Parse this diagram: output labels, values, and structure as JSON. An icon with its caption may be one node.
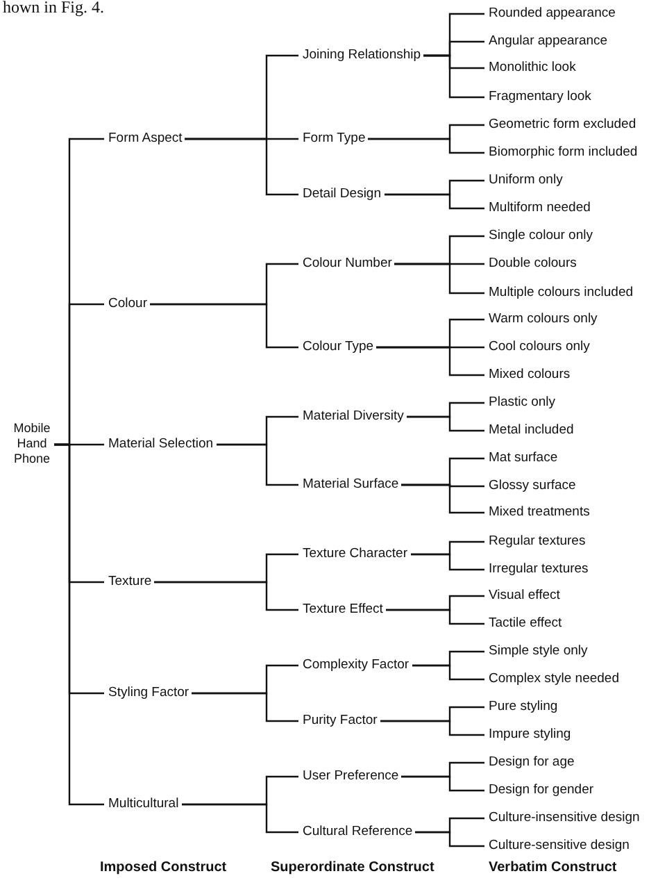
{
  "diagram": {
    "nodes": [
      {
        "text": [
          "Mobile Hand Phone"
        ]
      },
      {
        "text": [
          "Form Aspect"
        ]
      },
      {
        "text": [
          "Joining Relationship"
        ]
      },
      {
        "text": [
          "Rounded appearance"
        ]
      },
      {
        "text": [
          "Angular appearance"
        ]
      },
      {
        "text": [
          "Monolithic look"
        ]
      },
      {
        "text": [
          "Fragmentary look"
        ]
      },
      {
        "text": [
          "Form Type"
        ]
      },
      {
        "text": [
          "Geometric form excluded"
        ]
      },
      {
        "text": [
          "Biomorphic form included"
        ]
      },
      {
        "text": [
          "Detail Design"
        ]
      },
      {
        "text": [
          "Uniform only"
        ]
      },
      {
        "text": [
          "Multiform needed"
        ]
      },
      {
        "text": [
          "Colour"
        ]
      },
      {
        "text": [
          "Colour Number"
        ]
      },
      {
        "text": [
          "Single colour only"
        ]
      },
      {
        "text": [
          "Double colours"
        ]
      },
      {
        "text": [
          "Multiple colours included"
        ]
      },
      {
        "text": [
          "Colour Type"
        ]
      },
      {
        "text": [
          "Warm colours only"
        ]
      },
      {
        "text": [
          "Cool colours only"
        ]
      },
      {
        "text": [
          "Mixed colours"
        ]
      },
      {
        "text": [
          "Material Selection"
        ]
      },
      {
        "text": [
          "Material Diversity"
        ]
      },
      {
        "text": [
          "Plastic only"
        ]
      },
      {
        "text": [
          "Metal included"
        ]
      },
      {
        "text": [
          "Material Surface"
        ]
      },
      {
        "text": [
          "Mat surface"
        ]
      },
      {
        "text": [
          "Glossy surface"
        ]
      },
      {
        "text": [
          "Mixed treatments"
        ]
      },
      {
        "text": [
          "Texture"
        ]
      },
      {
        "text": [
          "Texture Character"
        ]
      },
      {
        "text": [
          "Regular textures"
        ]
      },
      {
        "text": [
          "Irregular textures"
        ]
      },
      {
        "text": [
          "Texture Effect"
        ]
      },
      {
        "text": [
          "Visual effect"
        ]
      },
      {
        "text": [
          "Tactile effect"
        ]
      },
      {
        "text": [
          "Styling Factor"
        ]
      },
      {
        "text": [
          "Complexity Factor"
        ]
      },
      {
        "text": [
          "Simple style only"
        ]
      },
      {
        "text": [
          "Complex style needed"
        ]
      },
      {
        "text": [
          "Purity Factor"
        ]
      },
      {
        "text": [
          "Pure styling"
        ]
      },
      {
        "text": [
          "Impure styling"
        ]
      },
      {
        "text": [
          "Multicultural"
        ]
      },
      {
        "text": [
          "User Preference"
        ]
      },
      {
        "text": [
          "Design for age"
        ]
      },
      {
        "text": [
          "Design for gender"
        ]
      },
      {
        "text": [
          "Cultural Reference"
        ]
      },
      {
        "text": [
          "Culture-insensitive design"
        ]
      },
      {
        "text": [
          "Culture-sensitive design"
        ]
      }
    ],
    "edges": [
      {
        "from": 0,
        "to": 1,
        "arrow": "none"
      },
      {
        "from": 1,
        "to": 2,
        "arrow": "none"
      },
      {
        "from": 2,
        "to": 3,
        "arrow": "none"
      },
      {
        "from": 2,
        "to": 4,
        "arrow": "none"
      },
      {
        "from": 2,
        "to": 5,
        "arrow": "none"
      },
      {
        "from": 2,
        "to": 6,
        "arrow": "none"
      },
      {
        "from": 1,
        "to": 7,
        "arrow": "none"
      },
      {
        "from": 7,
        "to": 8,
        "arrow": "none"
      },
      {
        "from": 7,
        "to": 9,
        "arrow": "none"
      },
      {
        "from": 1,
        "to": 10,
        "arrow": "none"
      },
      {
        "from": 10,
        "to": 11,
        "arrow": "none"
      },
      {
        "from": 10,
        "to": 12,
        "arrow": "none"
      },
      {
        "from": 0,
        "to": 13,
        "arrow": "none"
      },
      {
        "from": 13,
        "to": 14,
        "arrow": "none"
      },
      {
        "from": 14,
        "to": 15,
        "arrow": "none"
      },
      {
        "from": 14,
        "to": 16,
        "arrow": "none"
      },
      {
        "from": 14,
        "to": 17,
        "arrow": "none"
      },
      {
        "from": 13,
        "to": 18,
        "arrow": "none"
      },
      {
        "from": 18,
        "to": 19,
        "arrow": "none"
      },
      {
        "from": 18,
        "to": 20,
        "arrow": "none"
      },
      {
        "from": 18,
        "to": 21,
        "arrow": "none"
      },
      {
        "from": 0,
        "to": 22,
        "arrow": "none"
      },
      {
        "from": 22,
        "to": 23,
        "arrow": "none"
      },
      {
        "from": 23,
        "to": 24,
        "arrow": "none"
      },
      {
        "from": 23,
        "to": 25,
        "arrow": "none"
      },
      {
        "from": 22,
        "to": 26,
        "arrow": "none"
      },
      {
        "from": 26,
        "to": 27,
        "arrow": "none"
      },
      {
        "from": 26,
        "to": 28,
        "arrow": "none"
      },
      {
        "from": 26,
        "to": 29,
        "arrow": "none"
      },
      {
        "from": 0,
        "to": 30,
        "arrow": "none"
      },
      {
        "from": 30,
        "to": 31,
        "arrow": "none"
      },
      {
        "from": 31,
        "to": 32,
        "arrow": "none"
      },
      {
        "from": 31,
        "to": 33,
        "arrow": "none"
      },
      {
        "from": 30,
        "to": 34,
        "arrow": "none"
      },
      {
        "from": 34,
        "to": 35,
        "arrow": "none"
      },
      {
        "from": 34,
        "to": 36,
        "arrow": "none"
      },
      {
        "from": 0,
        "to": 37,
        "arrow": "none"
      },
      {
        "from": 37,
        "to": 38,
        "arrow": "none"
      },
      {
        "from": 38,
        "to": 39,
        "arrow": "none"
      },
      {
        "from": 38,
        "to": 40,
        "arrow": "none"
      },
      {
        "from": 37,
        "to": 41,
        "arrow": "none"
      },
      {
        "from": 41,
        "to": 42,
        "arrow": "none"
      },
      {
        "from": 41,
        "to": 43,
        "arrow": "none"
      },
      {
        "from": 0,
        "to": 44,
        "arrow": "none"
      },
      {
        "from": 44,
        "to": 45,
        "arrow": "none"
      },
      {
        "from": 45,
        "to": 46,
        "arrow": "none"
      },
      {
        "from": 45,
        "to": 47,
        "arrow": "none"
      },
      {
        "from": 44,
        "to": 48,
        "arrow": "none"
      },
      {
        "from": 48,
        "to": 49,
        "arrow": "none"
      },
      {
        "from": 48,
        "to": 50,
        "arrow": "none"
      }
    ],
    "labels": [
      "hown in Fig. 4.",
      "Imposed Construct",
      "Superordinate Construct",
      "Verbatim Construct"
    ]
  }
}
